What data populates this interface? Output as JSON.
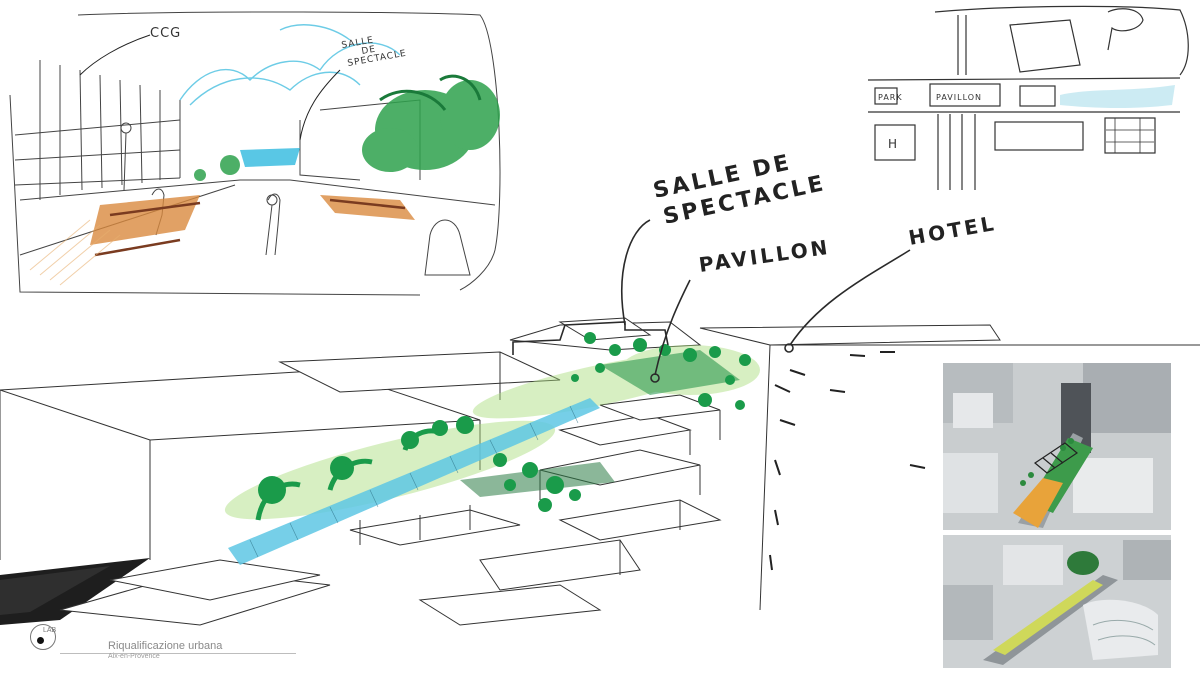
{
  "annotations": {
    "sketch_ccg": "CCG",
    "sketch_salle_line1": "SALLE",
    "sketch_salle_line2": "DE",
    "sketch_salle_line3": "SPECTACLE",
    "salle_line1": "SALLE DE",
    "salle_line2": "SPECTACLE",
    "pavillon": "PAVILLON",
    "hotel": "HOTEL"
  },
  "elevation_labels": {
    "parking": "PARK",
    "pavillon": "PAVILLON",
    "hotel": "H"
  },
  "footer": {
    "logo_text": "LAB",
    "title": "Riqualificazione urbana",
    "subtitle": "Aix-en-Provence"
  },
  "colors": {
    "canopy": "#5ec7e4",
    "trees_dark": "#1a9b4a",
    "trees_light": "#8fd05a",
    "path_orange": "#d98a3f",
    "plaza_orange": "#e8a33a"
  }
}
